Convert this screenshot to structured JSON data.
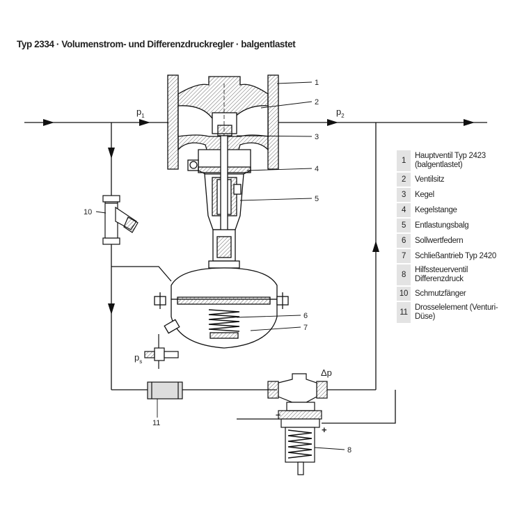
{
  "title": "Typ 2334 · Volumenstrom- und Differenzdruckregler · balgentlastet",
  "labels": {
    "p1": "p",
    "p1_sub": "1",
    "p2": "p",
    "p2_sub": "2",
    "ps": "p",
    "ps_sub": "s",
    "dp": "Δp",
    "minus": "–",
    "plus": "+"
  },
  "callouts": [
    "1",
    "2",
    "3",
    "4",
    "5",
    "6",
    "7",
    "8",
    "10",
    "11"
  ],
  "legend": [
    {
      "num": "1",
      "text": "Hauptventil Typ 2423 (balgentlastet)"
    },
    {
      "num": "2",
      "text": "Ventilsitz"
    },
    {
      "num": "3",
      "text": "Kegel"
    },
    {
      "num": "4",
      "text": "Kegelstange"
    },
    {
      "num": "5",
      "text": "Entlastungsbalg"
    },
    {
      "num": "6",
      "text": "Sollwertfedern"
    },
    {
      "num": "7",
      "text": "Schließantrieb Typ 2420"
    },
    {
      "num": "8",
      "text": "Hilfssteuerventil Differenzdruck"
    },
    {
      "num": "10",
      "text": "Schmutzfänger"
    },
    {
      "num": "11",
      "text": "Drosselelement (Venturi-Düse)"
    }
  ]
}
